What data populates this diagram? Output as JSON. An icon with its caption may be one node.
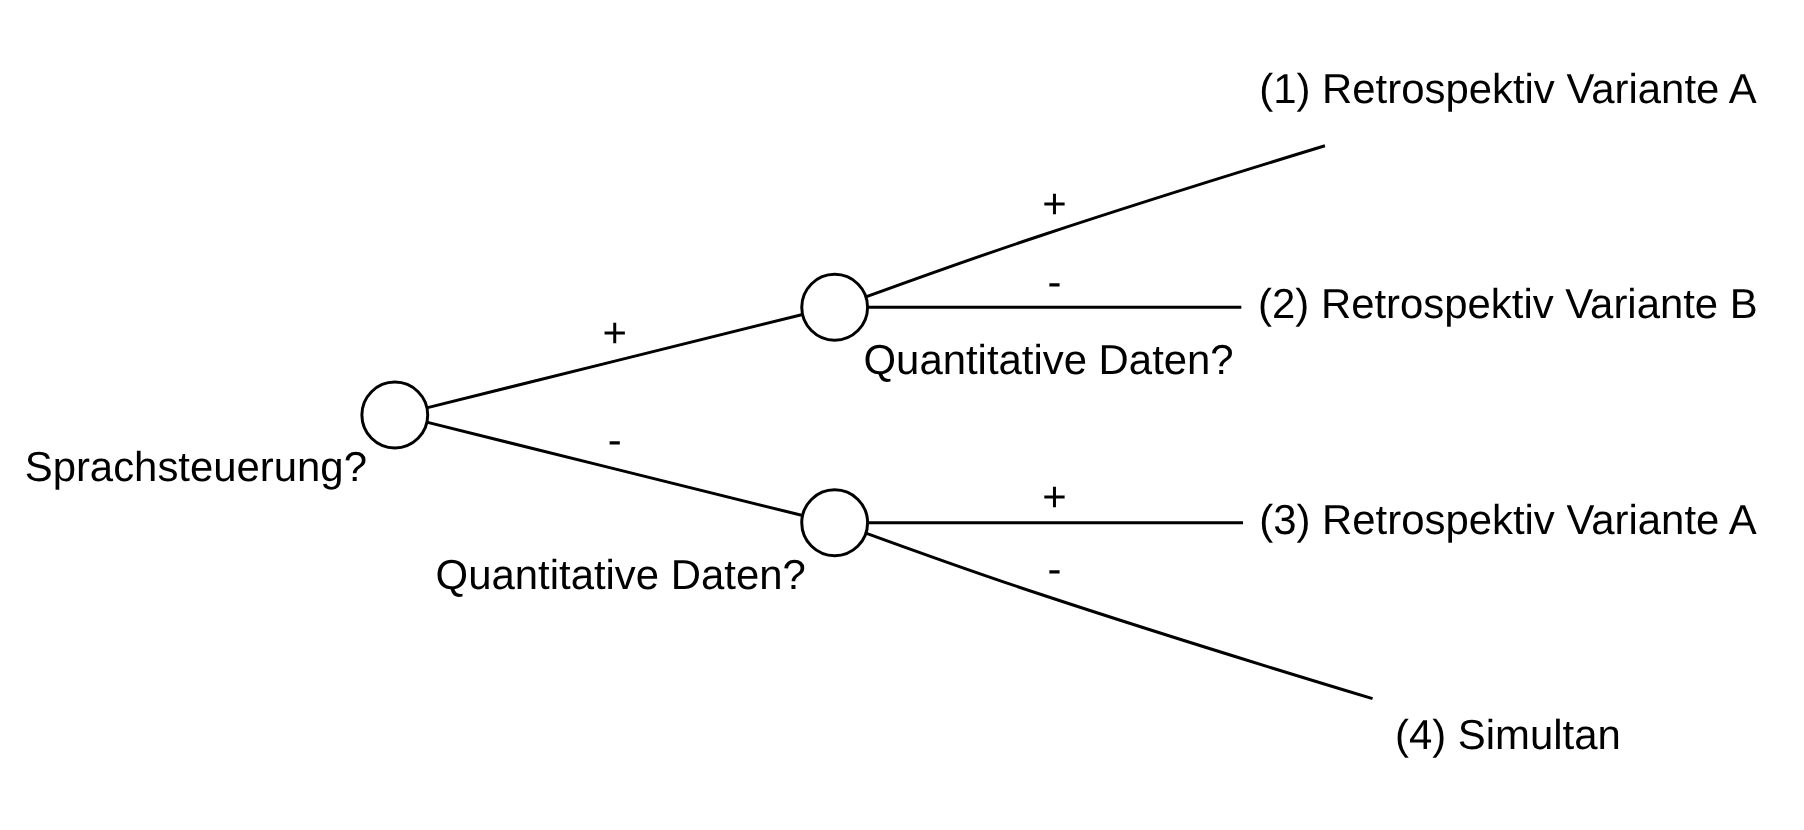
{
  "diagram": {
    "nodes": [
      {
        "text": [
          "Sprachsteuerung?"
        ]
      },
      {
        "text": [
          "Quantitative Daten?"
        ]
      },
      {
        "text": [
          "Quantitative Daten?"
        ]
      },
      {
        "text": [
          "(1) Retrospektiv Variante A"
        ]
      },
      {
        "text": [
          "(2) Retrospektiv Variante B"
        ]
      },
      {
        "text": [
          "(3) Retrospektiv Variante A"
        ]
      },
      {
        "text": [
          "(4) Simultan"
        ]
      }
    ],
    "edges": [
      {
        "from": 0,
        "to": 1,
        "arrow": "none",
        "label": "+"
      },
      {
        "from": 0,
        "to": 2,
        "arrow": "none",
        "label": "-"
      },
      {
        "from": 1,
        "to": 3,
        "arrow": "none",
        "label": "+"
      },
      {
        "from": 1,
        "to": 4,
        "arrow": "none",
        "label": "-"
      },
      {
        "from": 2,
        "to": 5,
        "arrow": "none",
        "label": "+"
      },
      {
        "from": 2,
        "to": 6,
        "arrow": "none",
        "label": "-"
      }
    ]
  }
}
